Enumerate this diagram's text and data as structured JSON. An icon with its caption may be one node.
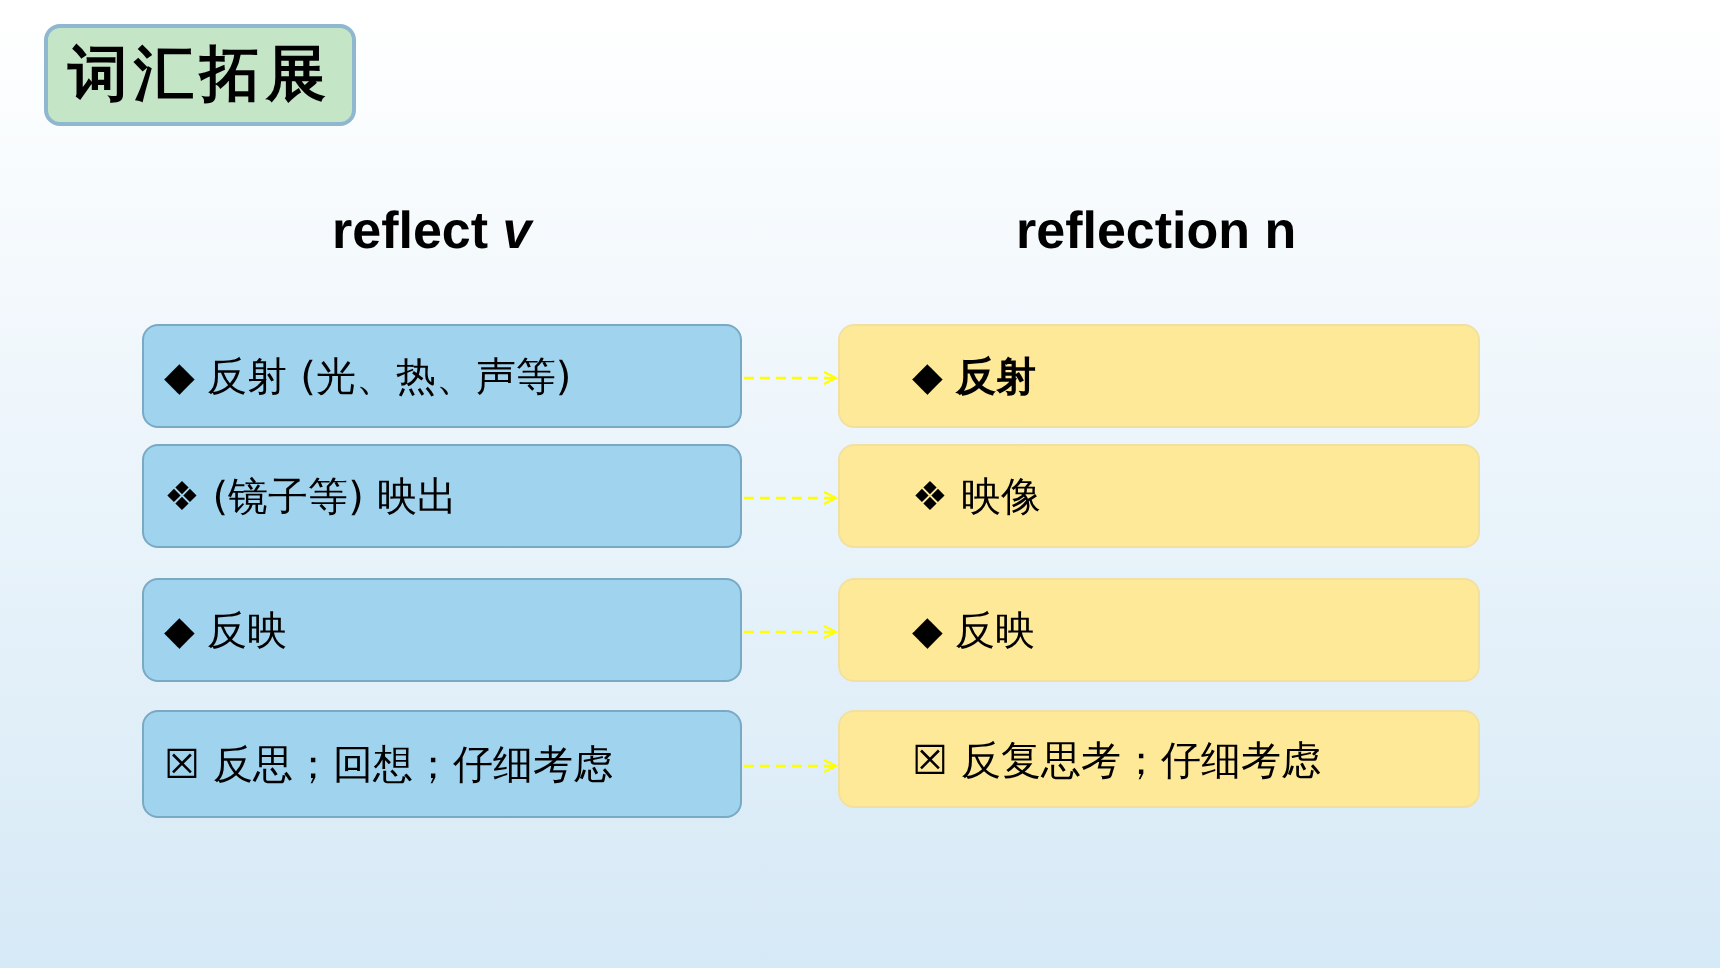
{
  "diagram": {
    "title": "词汇拓展",
    "nodes": [
      {
        "text": [
          "◆ 反射 (光、热、声等)"
        ]
      },
      {
        "text": [
          "❖ (镜子等) 映出"
        ]
      },
      {
        "text": [
          "◆ 反映"
        ]
      },
      {
        "text": [
          "☒ 反思；回想；仔细考虑"
        ]
      },
      {
        "text": [
          "◆ **反射**"
        ]
      },
      {
        "text": [
          "❖ 映像"
        ]
      },
      {
        "text": [
          "◆ 反映"
        ]
      },
      {
        "text": [
          "☒ 反复思考；仔细考虑"
        ]
      }
    ],
    "edges": [
      {
        "from": 0,
        "to": 4,
        "arrow": "to",
        "style": "dashed"
      },
      {
        "from": 1,
        "to": 5,
        "arrow": "to",
        "style": "dashed"
      },
      {
        "from": 2,
        "to": 6,
        "arrow": "to",
        "style": "dashed"
      },
      {
        "from": 3,
        "to": 7,
        "arrow": "to",
        "style": "dashed"
      }
    ],
    "labels": [
      "reflect *v*",
      "reflection n"
    ]
  }
}
